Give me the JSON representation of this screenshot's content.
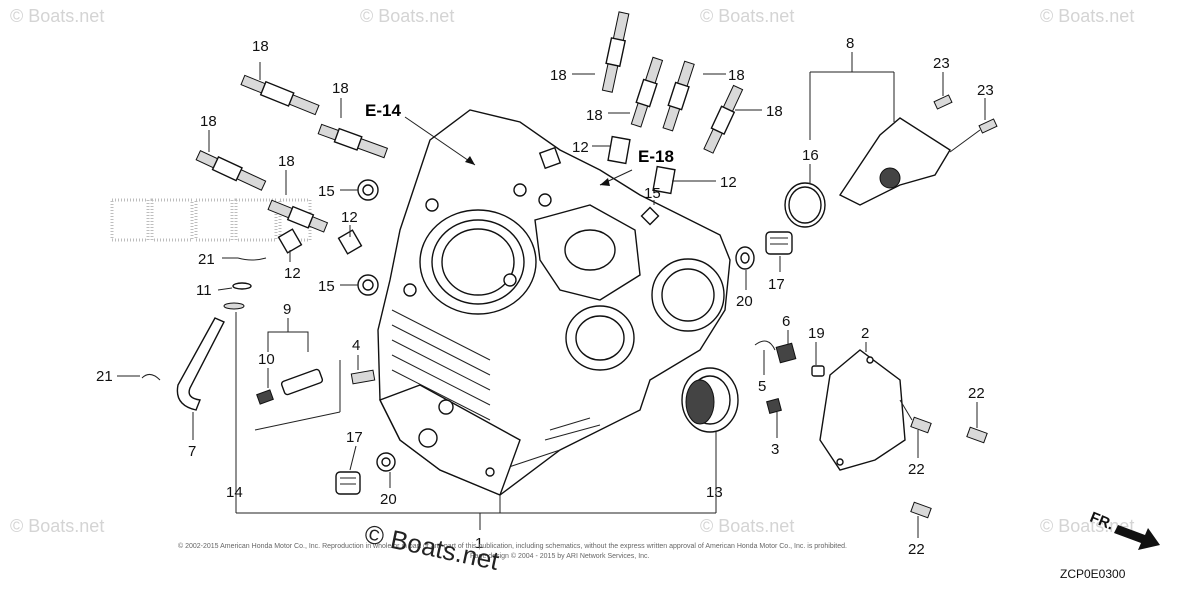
{
  "watermarks": [
    {
      "id": "wm-tl",
      "text": "© Boats.net"
    },
    {
      "id": "wm-tm1",
      "text": "© Boats.net"
    },
    {
      "id": "wm-tm2",
      "text": "© Boats.net"
    },
    {
      "id": "wm-tr",
      "text": "© Boats.net"
    },
    {
      "id": "wm-bl",
      "text": "© Boats.net"
    },
    {
      "id": "wm-bc",
      "text": "© Boats.net"
    },
    {
      "id": "wm-br",
      "text": "© Boats.net"
    }
  ],
  "reference_labels": {
    "e14": "E-14",
    "e18": "E-18"
  },
  "callouts": {
    "c18a": "18",
    "c18b": "18",
    "c18c": "18",
    "c18d": "18",
    "c18e": "18",
    "c18f": "18",
    "c18g": "18",
    "c18h": "18",
    "c12a": "12",
    "c12b": "12",
    "c12c": "12",
    "c12d": "12",
    "c15a": "15",
    "c15b": "15",
    "c15c": "15",
    "c21a": "21",
    "c21b": "21",
    "c11": "11",
    "c9": "9",
    "c10": "10",
    "c4": "4",
    "c7": "7",
    "c14": "14",
    "c17a": "17",
    "c17b": "17",
    "c20a": "20",
    "c20b": "20",
    "c1": "1",
    "c13": "13",
    "c8": "8",
    "c16": "16",
    "c23a": "23",
    "c23b": "23",
    "c6": "6",
    "c19": "19",
    "c2": "2",
    "c5": "5",
    "c3": "3",
    "c22a": "22",
    "c22b": "22",
    "c22c": "22"
  },
  "diagram_code": "ZCP0E0300",
  "front_marker": "FR.",
  "copyright_line1": "© 2002-2015 American Honda Motor Co., Inc. Reproduction in whole or in part of any part of this publication, including schematics, without the express written approval of American Honda Motor Co., Inc. is prohibited.",
  "copyright_line2": "Page design © 2004 - 2015 by ARI Network Services, Inc."
}
